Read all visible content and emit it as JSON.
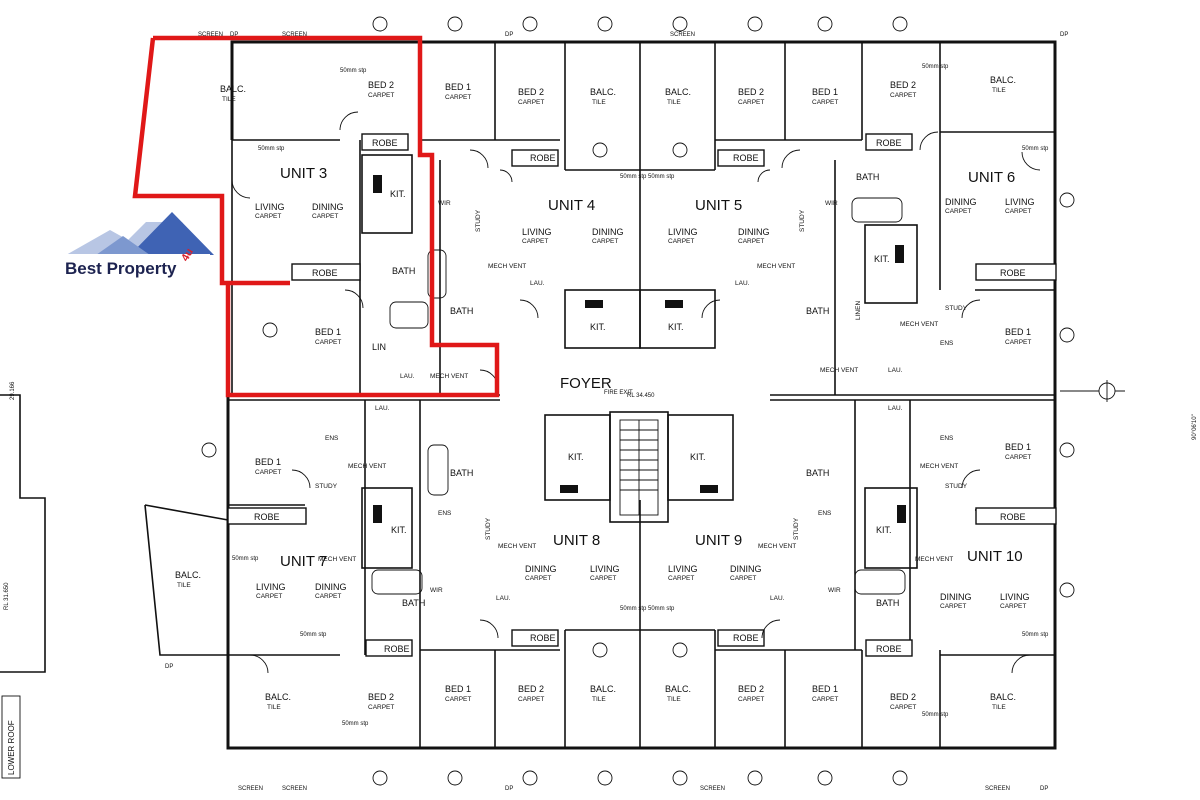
{
  "logo": {
    "brand": "Best Property",
    "suffix": "4u"
  },
  "units": {
    "u3": "UNIT 3",
    "u4": "UNIT 4",
    "u5": "UNIT 5",
    "u6": "UNIT 6",
    "u7": "UNIT 7",
    "u8": "UNIT 8",
    "u9": "UNIT 9",
    "u10": "UNIT 10"
  },
  "rooms": {
    "balc": "BALC.",
    "bed1": "BED 1",
    "bed2": "BED 2",
    "living": "LIVING",
    "dining": "DINING",
    "kit": "KIT.",
    "bath": "BATH",
    "ens": "ENS",
    "lau": "LAU.",
    "lin": "LIN",
    "robe": "ROBE",
    "study": "STUDY",
    "wir": "WIR",
    "foyer": "FOYER",
    "linen": "LINEN",
    "fire_exit": "FIRE EXIT"
  },
  "finishes": {
    "tile": "TILE",
    "carpet": "CARPET",
    "mech_vent": "MECH VENT",
    "step": "50mm stp",
    "screen": "SCREEN",
    "dp": "DP"
  },
  "annotations": {
    "rl_foyer": "RL 34.450",
    "rl_left": "RL 31.650",
    "lower_roof": "LOWER ROOF",
    "bearing": "90°06'10\"",
    "left_dim": "29.166"
  },
  "colors": {
    "highlight": "#e01818",
    "logo_navy": "#1d2350",
    "logo_red": "#d8202c",
    "logo_blue": "#3f63b4"
  }
}
